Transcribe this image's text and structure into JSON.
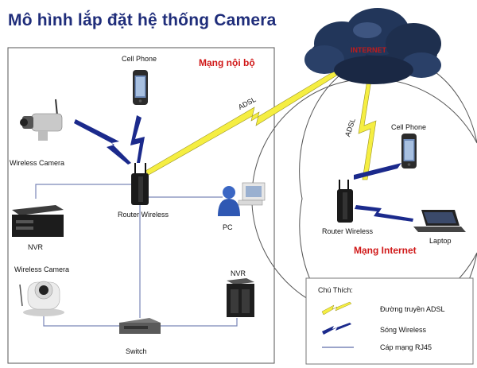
{
  "title": "Mô hình lắp đặt hệ thống Camera",
  "internet_label": "INTERNET",
  "lan": {
    "zone_label": "Mạng nội bộ",
    "cell_phone": "Cell Phone",
    "wireless_camera_1": "Wireless Camera",
    "router": "Router Wireless",
    "nvr_1": "NVR",
    "pc": "PC",
    "wireless_camera_2": "Wireless Camera",
    "nvr_2": "NVR",
    "switch": "Switch",
    "adsl": "ADSL"
  },
  "wan": {
    "zone_label": "Mạng Internet",
    "cell_phone": "Cell Phone",
    "router": "Router Wireless",
    "laptop": "Laptop",
    "adsl": "ADSL"
  },
  "legend": {
    "heading": "Chú Thích:",
    "items": [
      {
        "label": "Đường truyền ADSL",
        "color": "#f2e93a"
      },
      {
        "label": "Sóng Wireless",
        "color": "#1b2a8c"
      },
      {
        "label": "Cáp mạng RJ45",
        "color": "#7a86b8"
      }
    ]
  }
}
